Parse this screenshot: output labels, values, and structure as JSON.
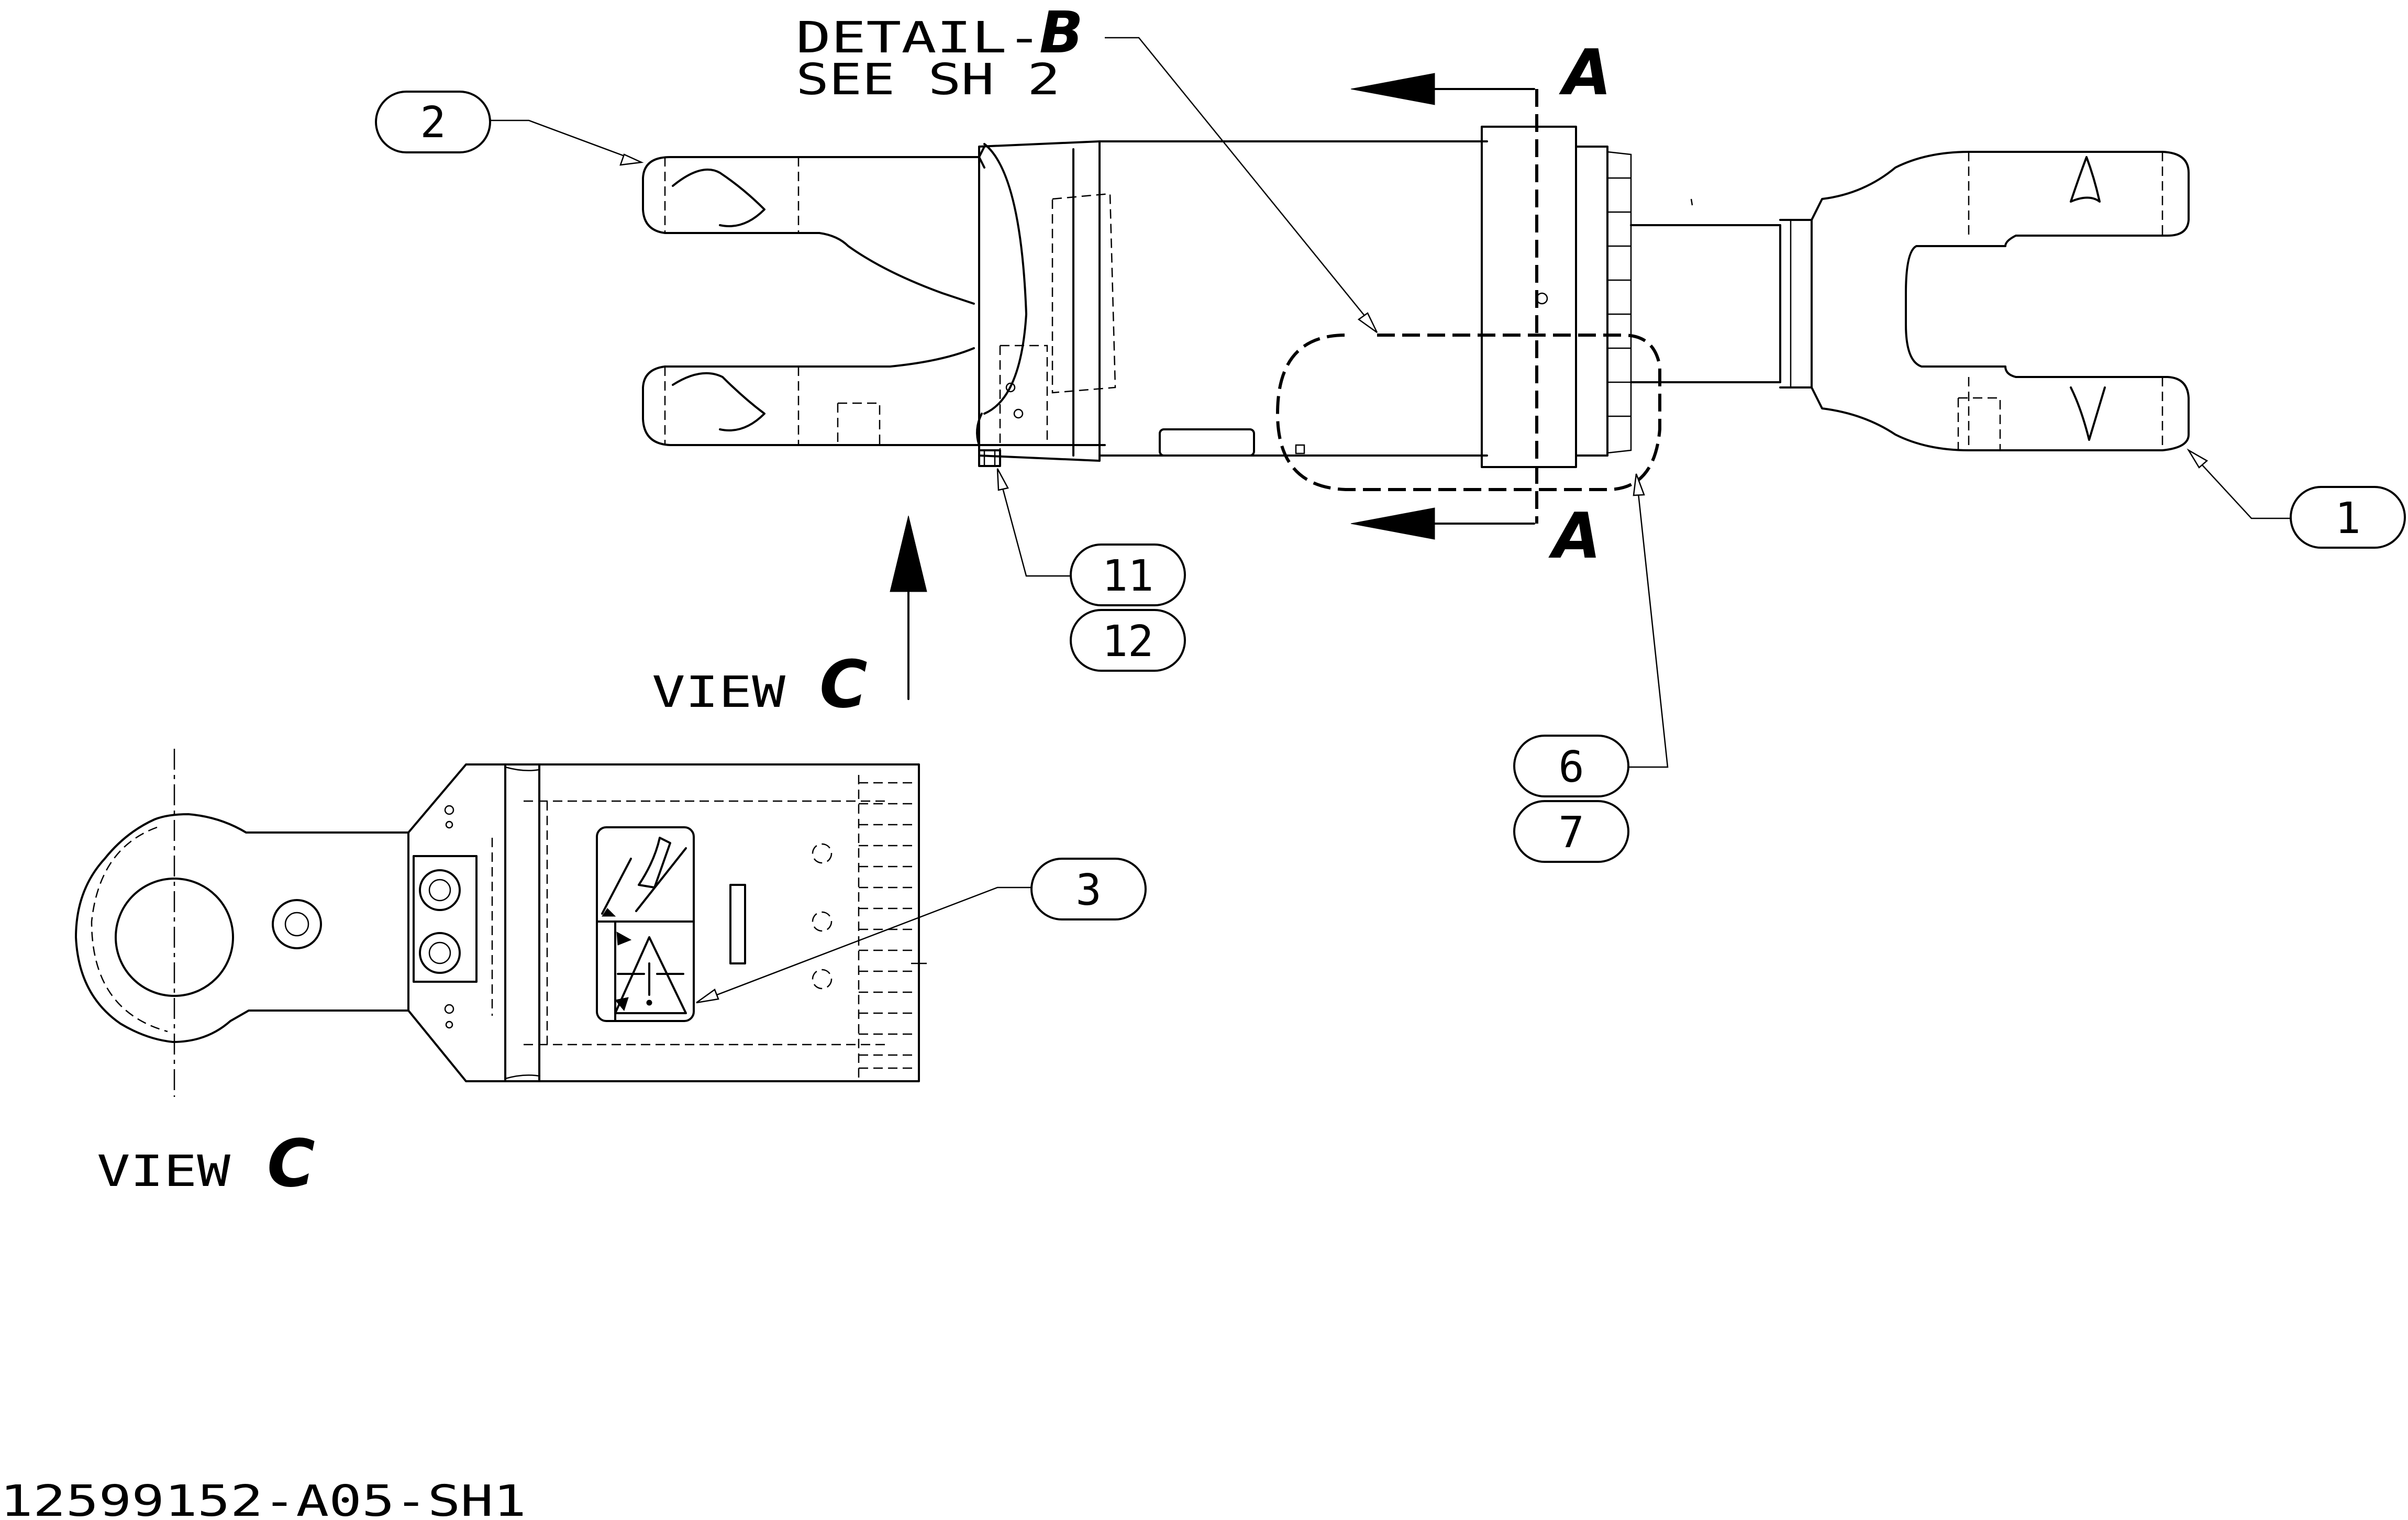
{
  "detail": {
    "prefix": "DETAIL-",
    "letter": "B",
    "see": "SEE SH 2"
  },
  "section_letter": "A",
  "view": {
    "word": "VIEW",
    "letter": "C"
  },
  "callouts": [
    "2",
    "1",
    "11",
    "12",
    "6",
    "7",
    "3"
  ],
  "drawing_number": "12599152-A05-SH1"
}
